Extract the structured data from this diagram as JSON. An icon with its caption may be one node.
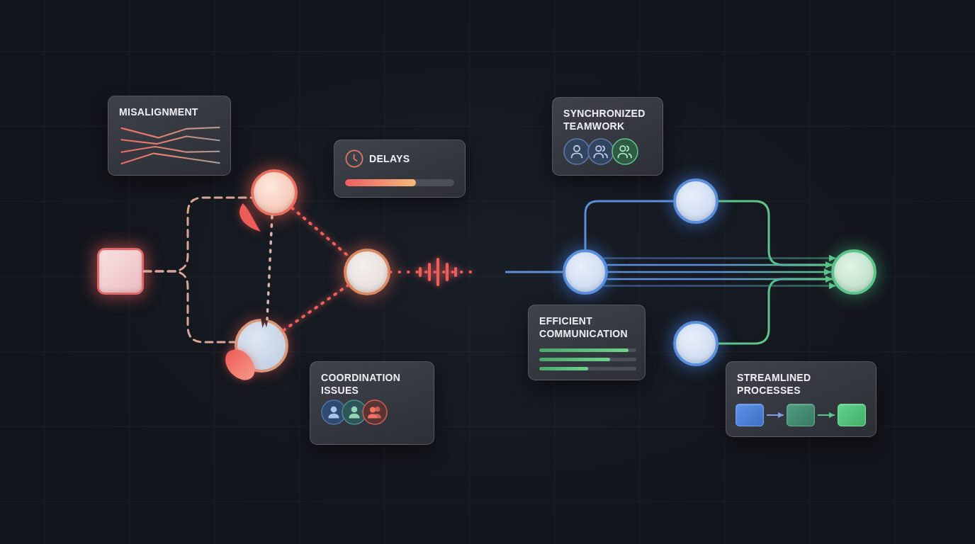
{
  "diagram": {
    "nodes": [
      {
        "text": [
          "MISALIGNMENT"
        ]
      },
      {
        "text": [
          "SYNCHRONIZED TEAMWORK"
        ]
      },
      {
        "text": [
          "DELAYS"
        ]
      },
      {
        "text": [],
        "shape": "box"
      },
      {
        "text": [],
        "shape": "circle"
      },
      {
        "text": [],
        "shape": "circle"
      },
      {
        "text": [],
        "shape": "circle"
      },
      {
        "text": [],
        "shape": "circle"
      },
      {
        "text": [],
        "shape": "circle"
      },
      {
        "text": [],
        "shape": "circle"
      },
      {
        "text": [],
        "shape": "circle"
      },
      {
        "text": [
          "EFFICIENT COMMUNICATION"
        ]
      },
      {
        "text": [
          "COORDINATION ISSUES"
        ]
      },
      {
        "text": [
          "STREAMLINED PROCESSES"
        ]
      },
      {
        "text": [],
        "shape": "box",
        "in": 13
      },
      {
        "text": [],
        "shape": "box",
        "in": 13
      },
      {
        "text": [],
        "shape": "box",
        "in": 13
      }
    ],
    "edges": [
      {
        "from": 3,
        "to": 4,
        "arrow": "none",
        "style": "dashed",
        "color": "#d8a596"
      },
      {
        "from": 3,
        "to": 6,
        "arrow": "none",
        "style": "dashed",
        "color": "#d8a596"
      },
      {
        "from": 4,
        "to": 6,
        "arrow": "none",
        "style": "dashed",
        "color": "#d6b4a8"
      },
      {
        "from": 4,
        "to": 5,
        "arrow": "none",
        "style": "dashed",
        "color": "#ef5f5a"
      },
      {
        "from": 6,
        "to": 5,
        "arrow": "none",
        "style": "dashed",
        "color": "#ef5f5a"
      },
      {
        "from": 5,
        "to": null,
        "arrow": "none",
        "style": "dashed",
        "color": "#ef5f5a"
      },
      {
        "from": null,
        "to": 7,
        "arrow": "none",
        "color": "#5b8ed8"
      },
      {
        "from": 7,
        "to": 8,
        "arrow": "none",
        "color": "#5b8ed8"
      },
      {
        "from": 8,
        "to": 10,
        "arrow": "to",
        "color": "#5cc48a"
      },
      {
        "from": 9,
        "to": 10,
        "arrow": "to",
        "color": "#5cc48a"
      },
      {
        "from": 7,
        "to": 10,
        "arrow": "to",
        "color": "#5cc48a"
      },
      {
        "from": 7,
        "to": 10,
        "arrow": "to",
        "color": "#5cc48a"
      },
      {
        "from": 7,
        "to": 10,
        "arrow": "to",
        "color": "#5cc48a"
      },
      {
        "from": 7,
        "to": 10,
        "arrow": "to",
        "color": "#5cc48a"
      },
      {
        "from": 7,
        "to": 10,
        "arrow": "to",
        "color": "#5cc48a"
      },
      {
        "from": 14,
        "to": 15,
        "arrow": "to",
        "color": "#7b9be2"
      },
      {
        "from": 15,
        "to": 16,
        "arrow": "to",
        "color": "#5cc48a"
      }
    ]
  }
}
